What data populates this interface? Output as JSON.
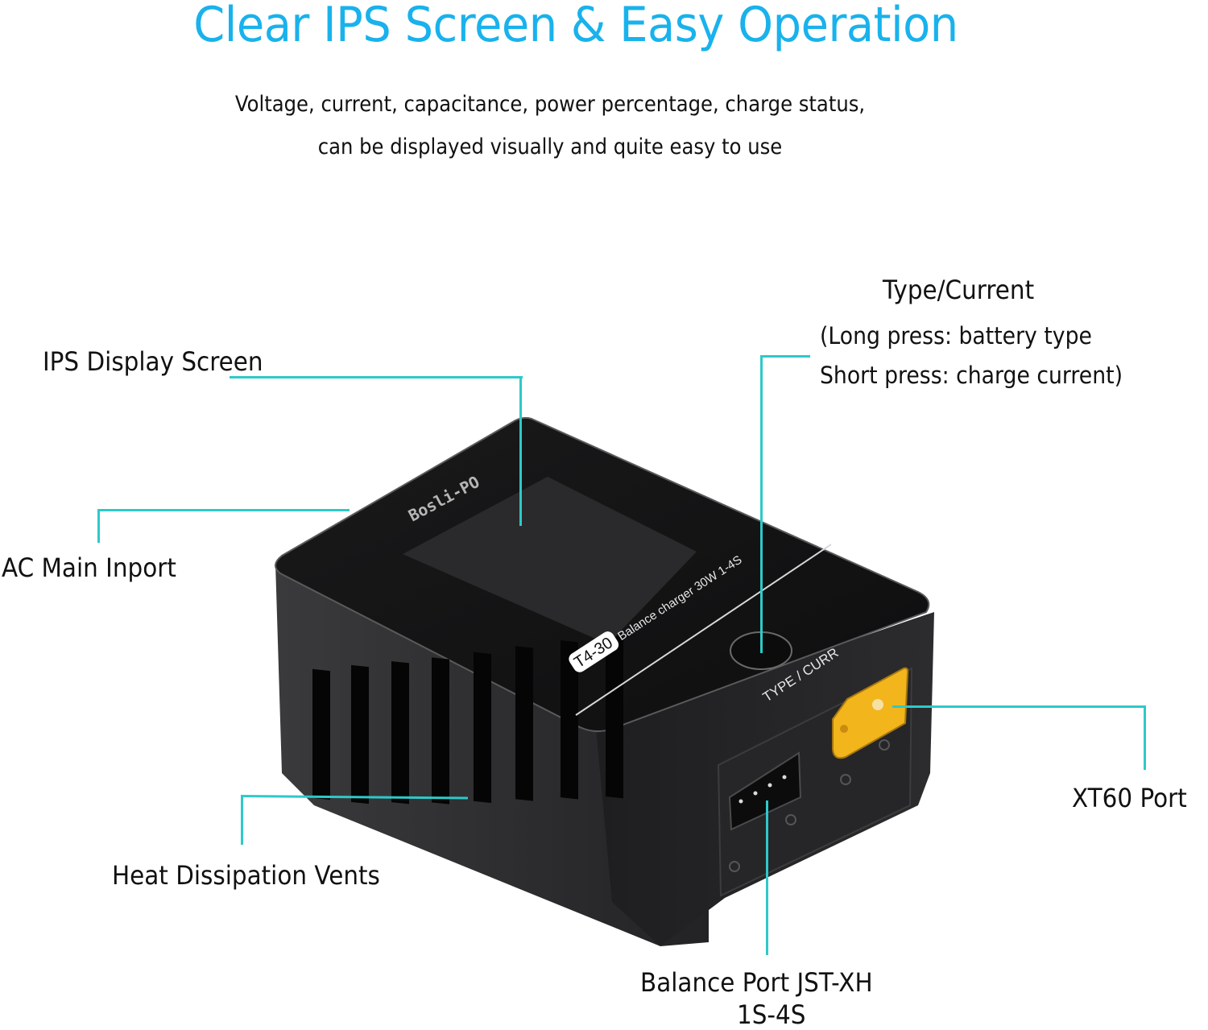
{
  "header": {
    "title": "Clear IPS Screen & Easy Operation",
    "subtitle_line1": "Voltage, current, capacitance, power percentage, charge status,",
    "subtitle_line2": "can be displayed visually and quite easy to use"
  },
  "callouts": {
    "ips_display": "IPS Display Screen",
    "ac_main": "AC Main Inport",
    "heat_vents": "Heat Dissipation Vents",
    "type_current_title": "Type/Current",
    "type_current_long": "(Long press: battery type",
    "type_current_short": " Short press: charge current)",
    "xt60": "XT60 Port",
    "balance_line1": "Balance Port JST-XH",
    "balance_line2": "1S-4S"
  },
  "device": {
    "brand": "Bosli-PO",
    "model_badge": "T4-30",
    "model_text": "Balance charger 30W 1-4S",
    "button_label": "TYPE / CURR"
  },
  "colors": {
    "title": "#19b2ec",
    "leader": "#2ec9c9",
    "device_body": "#1c1c1e",
    "xt60": "#f2b51b"
  }
}
